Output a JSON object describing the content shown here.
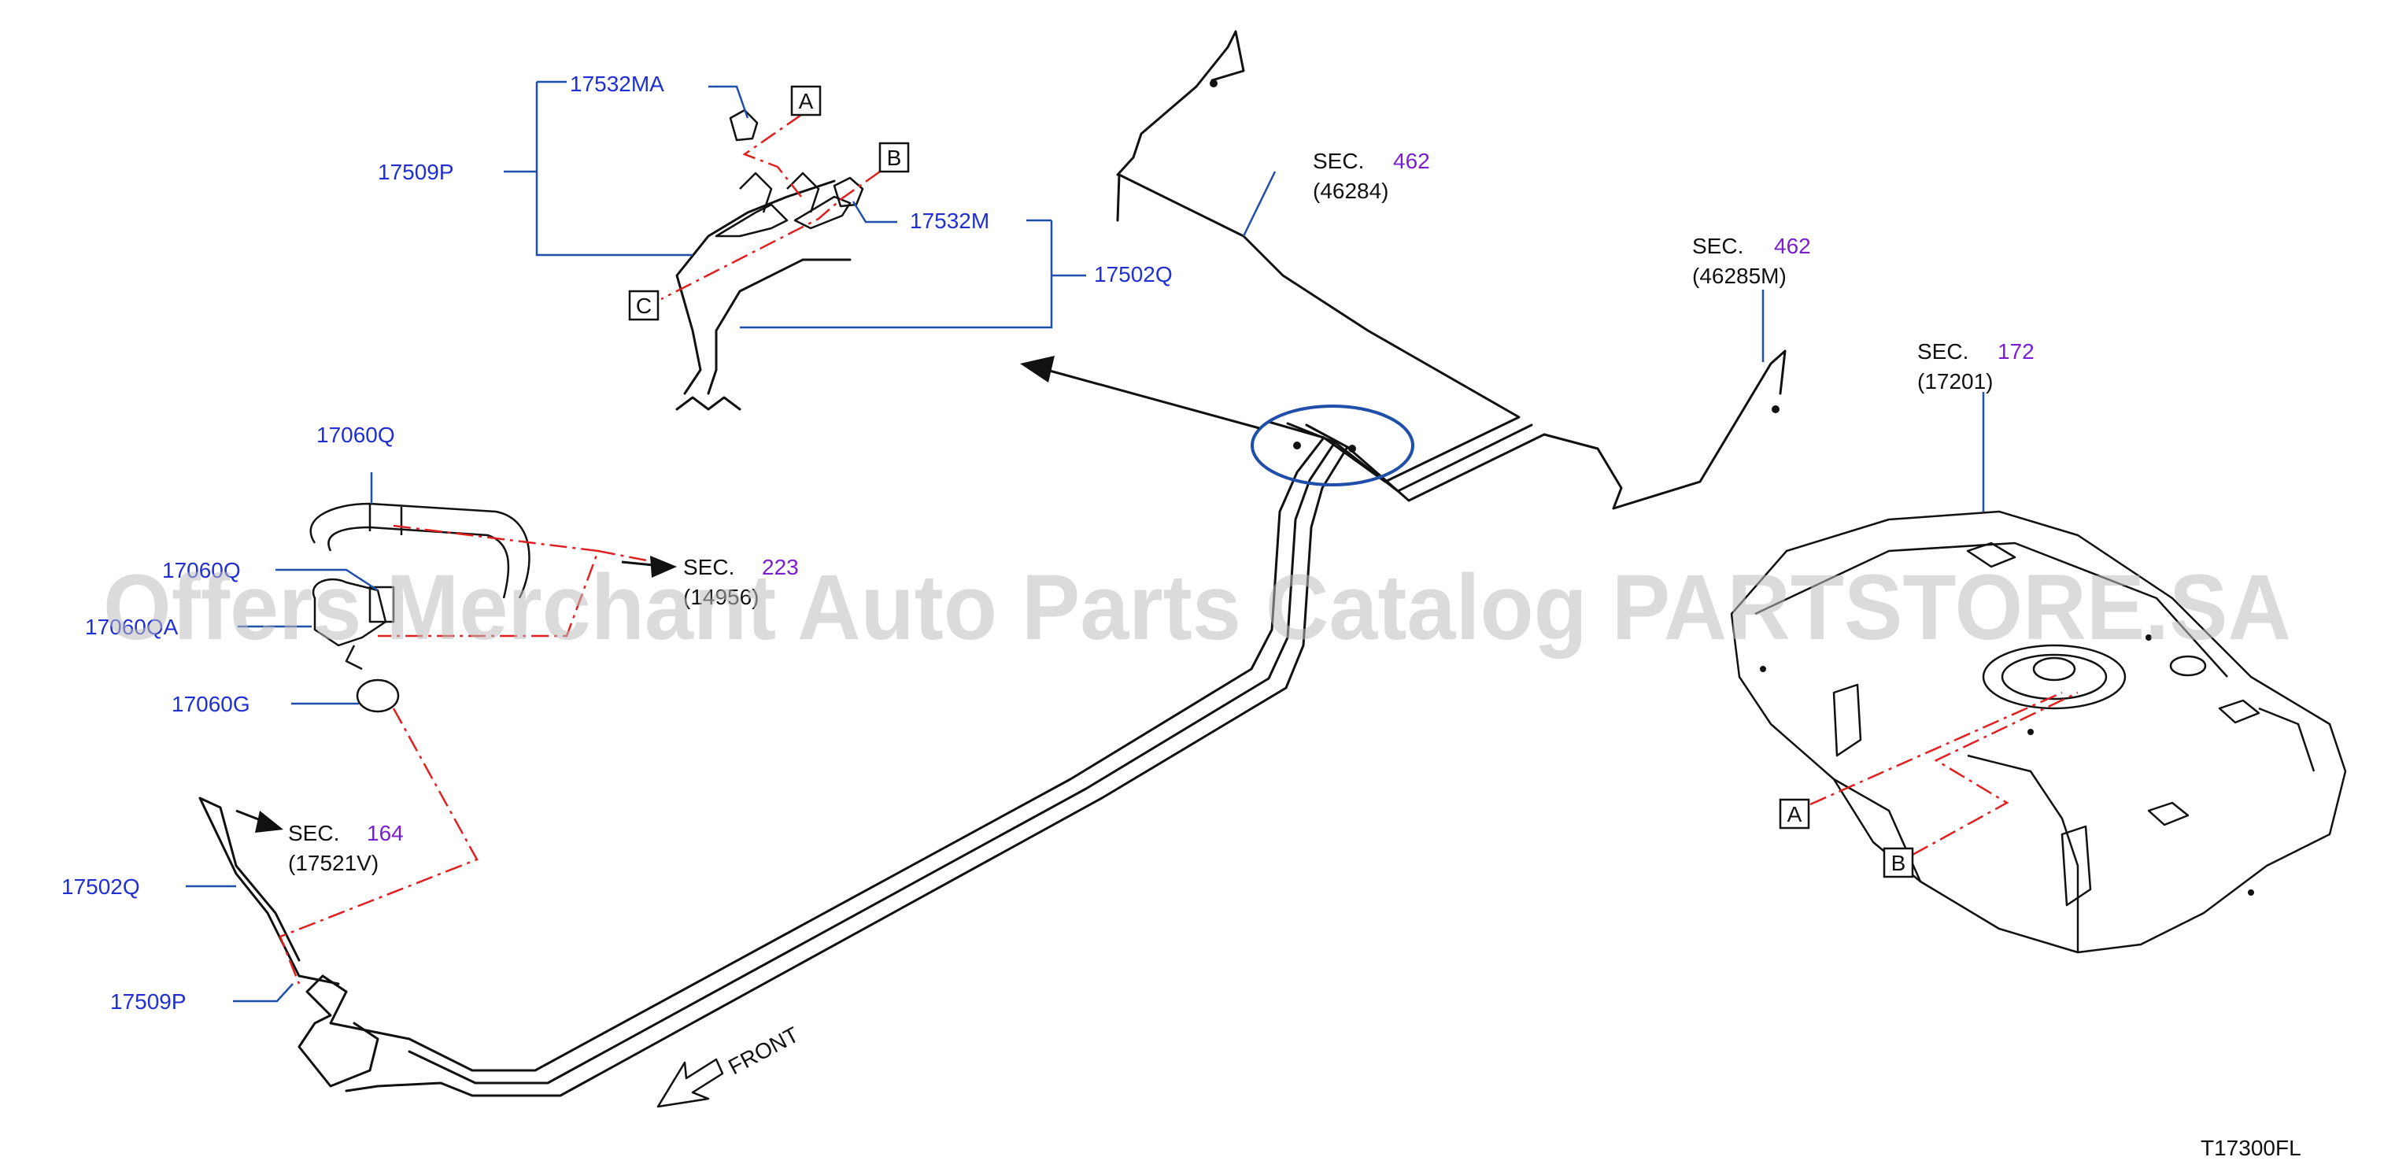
{
  "watermark": "Offers Merchant Auto Parts Catalog PARTSTORE.SA",
  "diagram_code": "T17300FL",
  "front_label": "FRONT",
  "parts": {
    "p17532MA": "17532MA",
    "p17532M": "17532M",
    "p17509P_top": "17509P",
    "p17502Q_top": "17502Q",
    "p17060Q": "17060Q",
    "p17060QB": "17060Q",
    "p17060QA": "17060QA",
    "p17060G": "17060G",
    "p17502Q_left": "17502Q",
    "p17509P_left": "17509P"
  },
  "connectors": {
    "A_top": "A",
    "B_top": "B",
    "C_top": "C",
    "A_tank": "A",
    "B_tank": "B"
  },
  "sections": {
    "sec_462_a": {
      "prefix": "SEC.",
      "number": "462",
      "ref": "(46284)"
    },
    "sec_462_b": {
      "prefix": "SEC.",
      "number": "462",
      "ref": "(46285M)"
    },
    "sec_172": {
      "prefix": "SEC.",
      "number": "172",
      "ref": "(17201)"
    },
    "sec_223": {
      "prefix": "SEC.",
      "number": "223",
      "ref": "(14956)"
    },
    "sec_164": {
      "prefix": "SEC.",
      "number": "164",
      "ref": "(17521V)"
    }
  },
  "colors": {
    "part_label": "#1f2fd0",
    "section_number": "#7a1fd0",
    "leader_line": "#1f4fa8",
    "dash_line": "#e02020",
    "detail_circle": "#1f4fa8"
  }
}
